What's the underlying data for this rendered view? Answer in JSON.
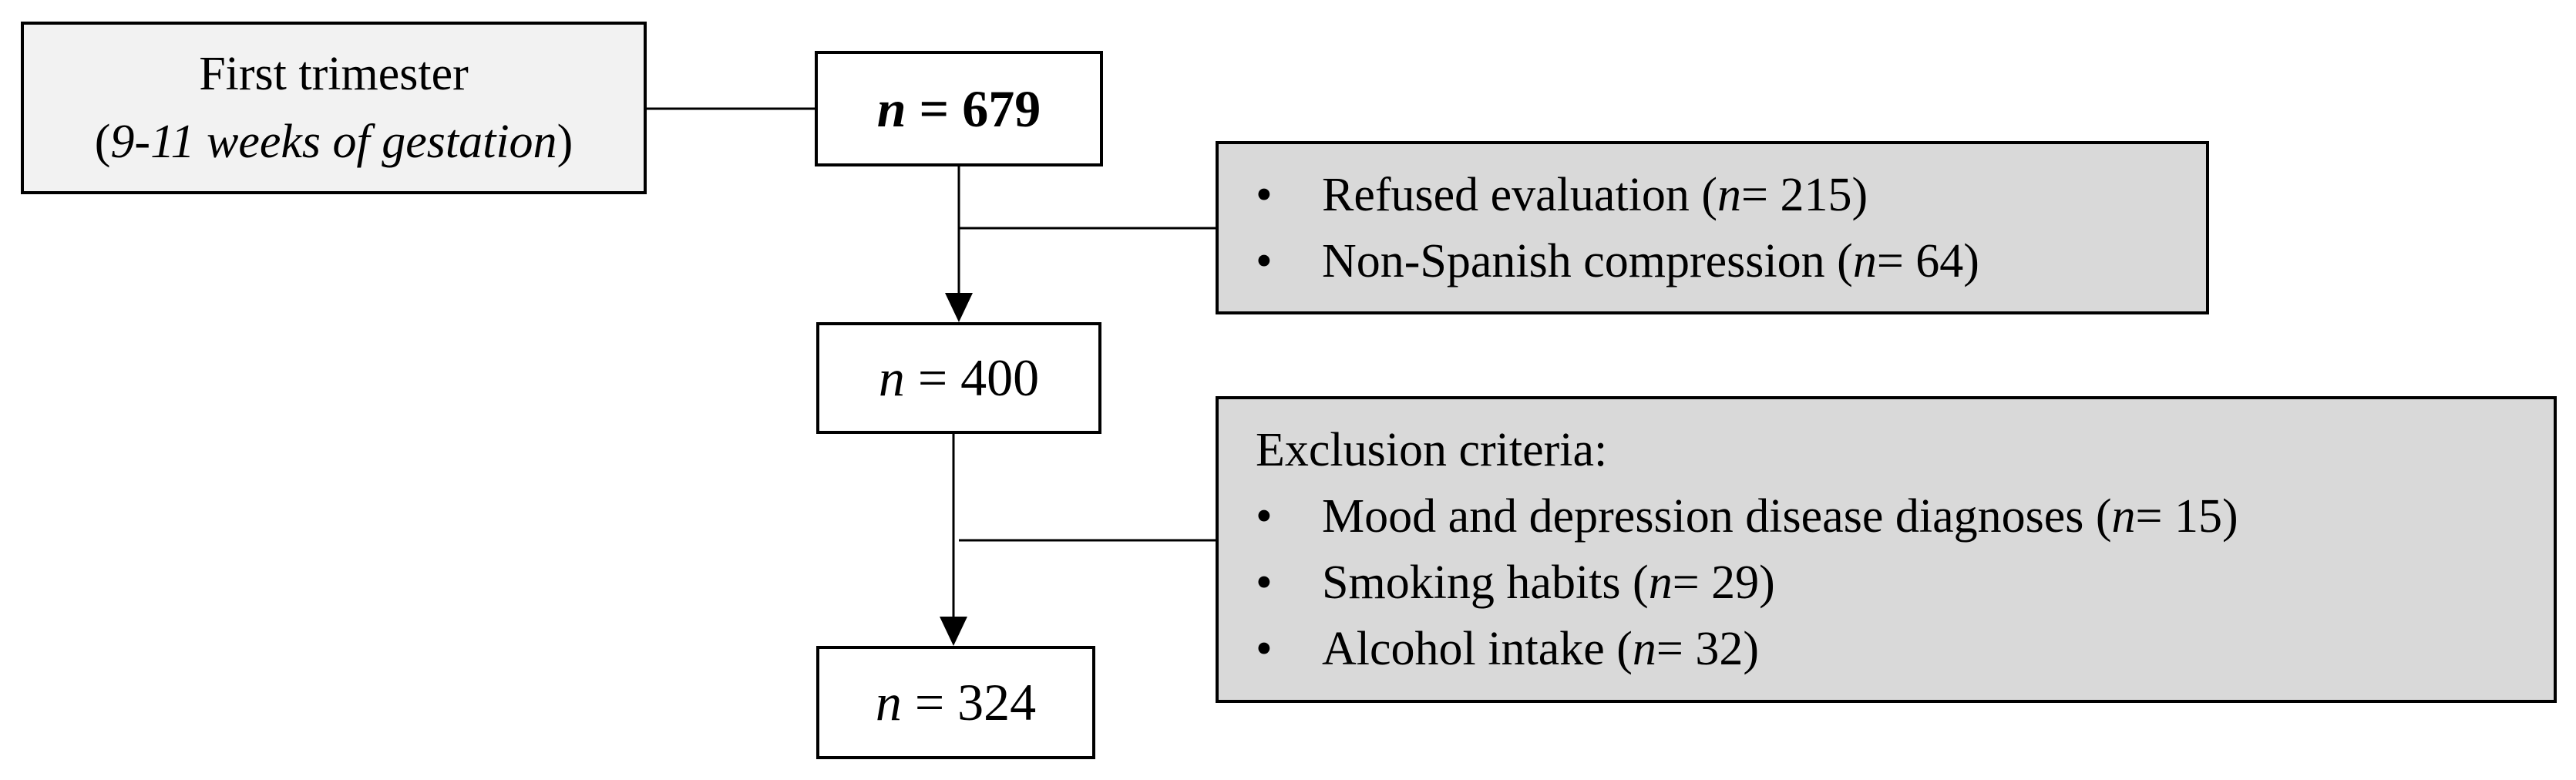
{
  "stage": {
    "title": "First trimester",
    "paren_open": "(",
    "subtitle": "9-11 weeks of gestation",
    "paren_close": ")"
  },
  "counts": {
    "n_symbol": "n",
    "initial": "= 679",
    "after_refusal": "= 400",
    "final": "= 324"
  },
  "refusals": [
    {
      "bullet": "•",
      "label": "Refused evaluation (",
      "n": "n",
      "value": " = 215)"
    },
    {
      "bullet": "•",
      "label": "Non-Spanish compression (",
      "n": "n",
      "value": " = 64)"
    }
  ],
  "exclusions": {
    "heading": "Exclusion criteria:",
    "items": [
      {
        "bullet": "•",
        "label": "Mood and depression disease diagnoses (",
        "n": "n",
        "value": " = 15)"
      },
      {
        "bullet": "•",
        "label": "Smoking habits (",
        "n": "n",
        "value": " = 29)"
      },
      {
        "bullet": "•",
        "label": "Alcohol intake (",
        "n": "n",
        "value": " = 32)"
      }
    ]
  },
  "colors": {
    "stage_fill": "#f2f2f2",
    "info_fill": "#d9d9d9",
    "count_fill": "#ffffff",
    "line": "#000000"
  }
}
